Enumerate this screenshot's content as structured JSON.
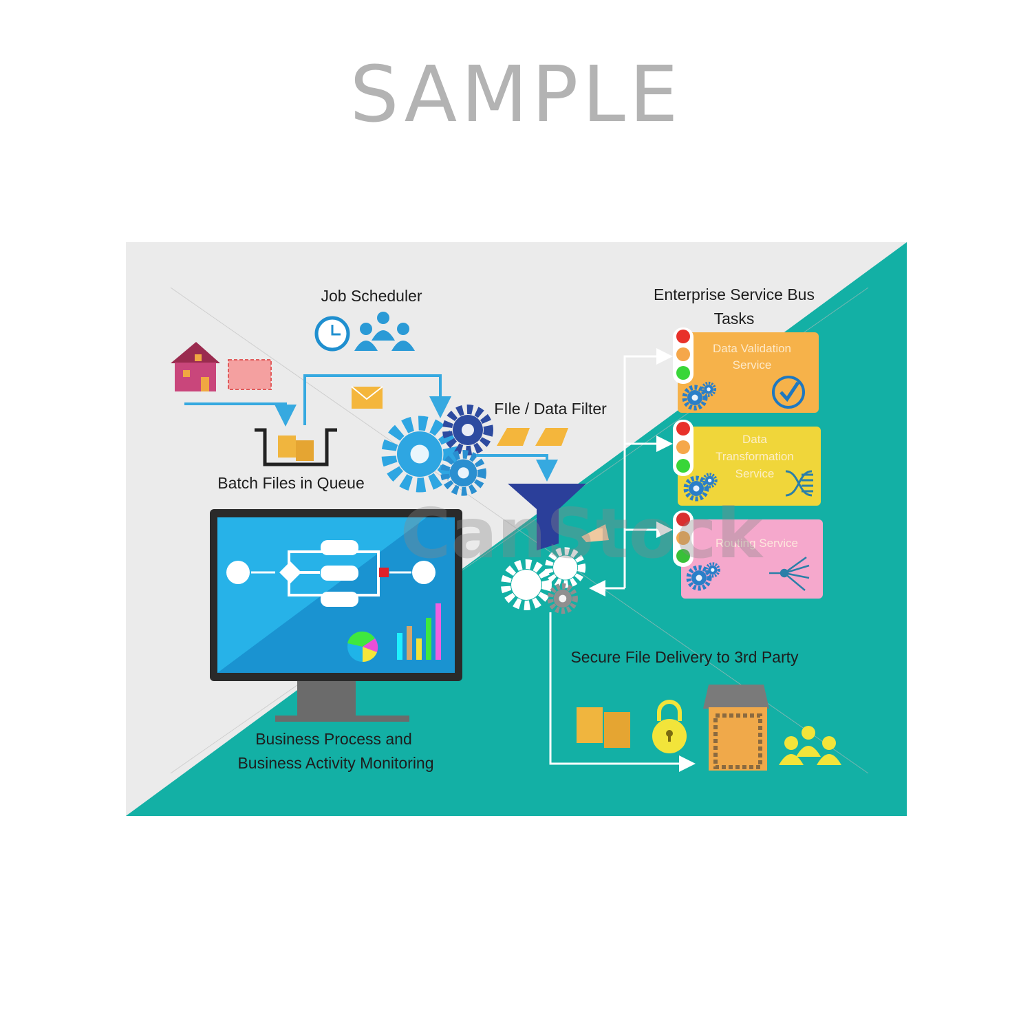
{
  "watermark_top": "SAMPLE",
  "watermark_center": "CanStock",
  "labels": {
    "job_scheduler": "Job Scheduler",
    "batch_files": "Batch Files in Queue",
    "file_filter": "FIle / Data Filter",
    "esb_line1": "Enterprise Service Bus",
    "esb_line2": "Tasks",
    "bpm_line1": "Business Process and",
    "bpm_line2": "Business Activity Monitoring",
    "secure_delivery": "Secure File Delivery to 3rd Party"
  },
  "services": [
    {
      "line1": "Data Validation",
      "line2": "Service",
      "line3": "",
      "color": "#f6b24a",
      "icon": "check-circle-icon"
    },
    {
      "line1": "Data",
      "line2": "Transformation",
      "line3": "Service",
      "color": "#f0d63a",
      "icon": "transform-icon"
    },
    {
      "line1": "Routing Service",
      "line2": "",
      "line3": "",
      "color": "#f5a8cc",
      "icon": "routing-icon"
    }
  ],
  "colors": {
    "background": "#ebebeb",
    "teal": "#13b0a5",
    "screen": "#1a93d1",
    "gear_blue": "#2a8fd0"
  }
}
